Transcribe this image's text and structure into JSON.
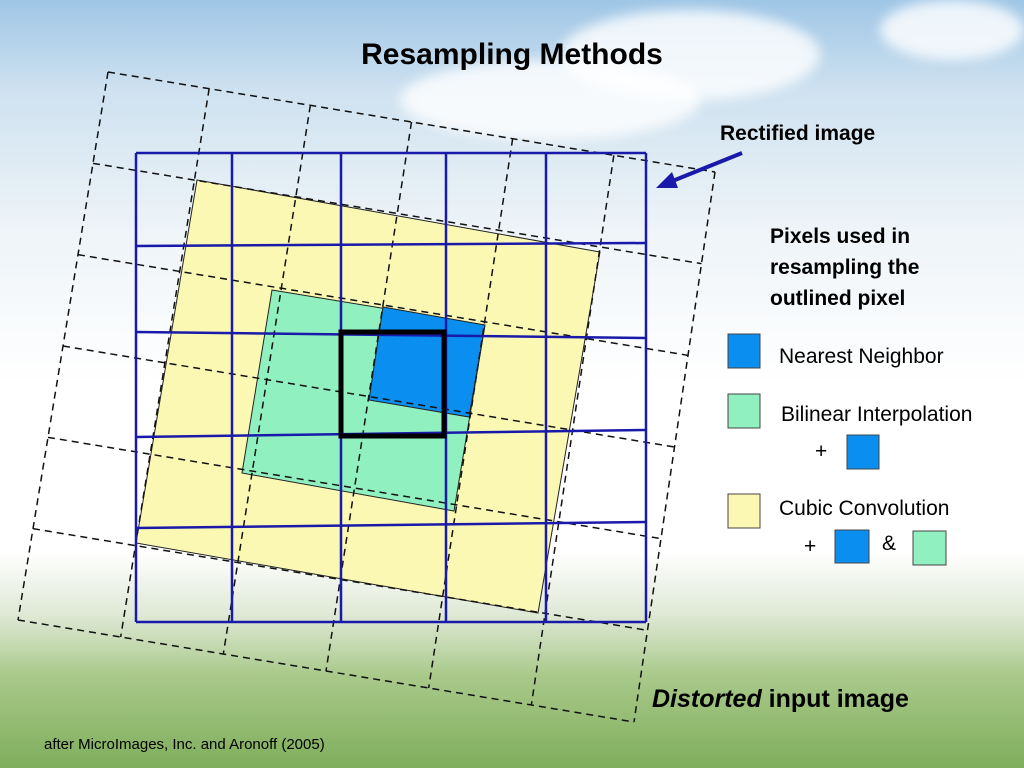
{
  "title": "Resampling Methods",
  "rectified_label": "Rectified image",
  "pixels_used": [
    "Pixels used in",
    "resampling the",
    "outlined pixel"
  ],
  "legend": {
    "nearest": "Nearest Neighbor",
    "bilinear": "Bilinear Interpolation",
    "cubic": "Cubic Convolution",
    "plus": "+",
    "amp": "&"
  },
  "distorted_label": {
    "emph": "Distorted",
    "rest": " input image"
  },
  "credit": "after MicroImages, Inc. and Aronoff (2005)",
  "colors": {
    "grid": "#1a1aaa",
    "nearest": "#0a8ef0",
    "bilinear": "#90f0c0",
    "cubic": "#fbf8b4"
  }
}
